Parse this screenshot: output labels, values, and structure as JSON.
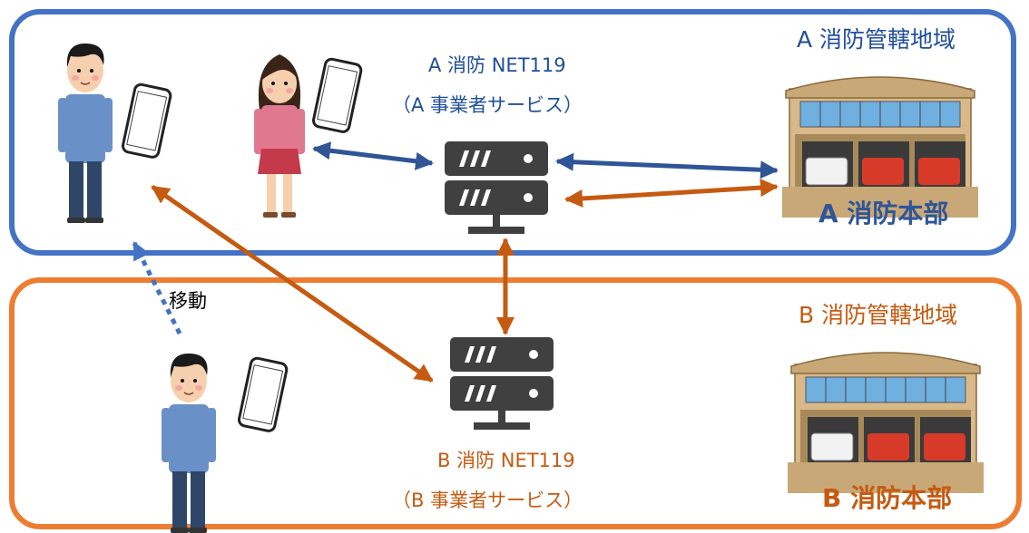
{
  "regions": {
    "a": {
      "title": "A 消防管轄地域",
      "color": "#4472C4"
    },
    "b": {
      "title": "B 消防管轄地域",
      "color": "#ED7D31"
    }
  },
  "servers": {
    "a": {
      "name": "A 消防 NET119",
      "service": "（A 事業者サービス）"
    },
    "b": {
      "name": "B 消防 NET119",
      "service": "（B 事業者サービス）"
    }
  },
  "headquarters": {
    "a": {
      "label": "A 消防本部"
    },
    "b": {
      "label": "B 消防本部"
    }
  },
  "movement": {
    "label": "移動"
  },
  "colors": {
    "blue_arrow": "#2F5597",
    "orange_arrow": "#C55A11",
    "dotted_arrow": "#4472C4",
    "server": "#404040"
  },
  "icons": [
    "man-phone-icon",
    "woman-phone-icon",
    "server-icon",
    "fire-station-icon"
  ]
}
